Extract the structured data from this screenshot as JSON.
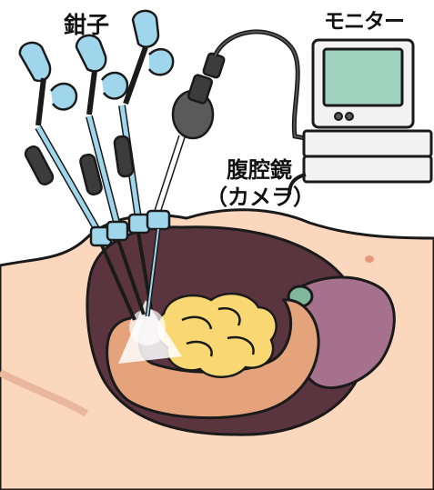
{
  "labels": {
    "forceps": "鉗子",
    "monitor": "モニター",
    "laparoscope": "腹腔鏡",
    "camera": "（カメラ）"
  },
  "colors": {
    "outline": "#1a1a1a",
    "skin": "#fbd7bd",
    "skin_shadow": "#e9b79b",
    "cavity": "#5a3540",
    "intestine_small": "#f9d874",
    "intestine_large": "#e4a37a",
    "liver": "#a5718c",
    "gallbladder": "#7fb89b",
    "instrument_blue": "#9fd6ec",
    "instrument_dark": "#3c3c3c",
    "monitor_screen": "#9fd3c0",
    "monitor_body": "#f2f2f2"
  }
}
